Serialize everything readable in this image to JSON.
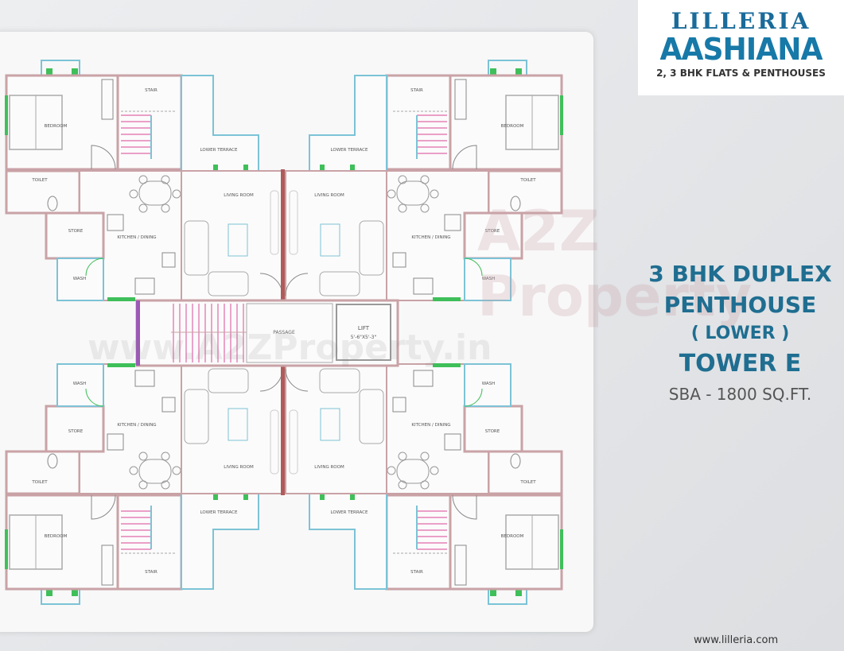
{
  "logo": {
    "brand": "LILLERIA",
    "project": "AASHIANA",
    "tagline": "2, 3 BHK FLATS & PENTHOUSES"
  },
  "heading": {
    "line1": "3 BHK DUPLEX",
    "line2": "PENTHOUSE",
    "line3": "( LOWER )",
    "line4": "TOWER E",
    "area": "SBA - 1800 SQ.FT."
  },
  "website": "www.lilleria.com",
  "watermark": {
    "main": "A2Z Property",
    "url": "www.A2ZProperty.in"
  },
  "plan": {
    "rooms": [
      "BEDROOM",
      "STAIR",
      "LOWER TERRACE",
      "TOILET",
      "LIVING ROOM",
      "STORE",
      "KITCHEN / DINING",
      "WASH"
    ],
    "core": {
      "passage": "PASSAGE",
      "lift": "LIFT",
      "lift_size": "5'-6\"X5'-3\""
    },
    "colors": {
      "wall": "#c9a2a6",
      "terrace": "#7cc3d6",
      "window": "#3fbf5a",
      "stair": "#e06aa8",
      "center_wall": "#b05a5a"
    }
  }
}
